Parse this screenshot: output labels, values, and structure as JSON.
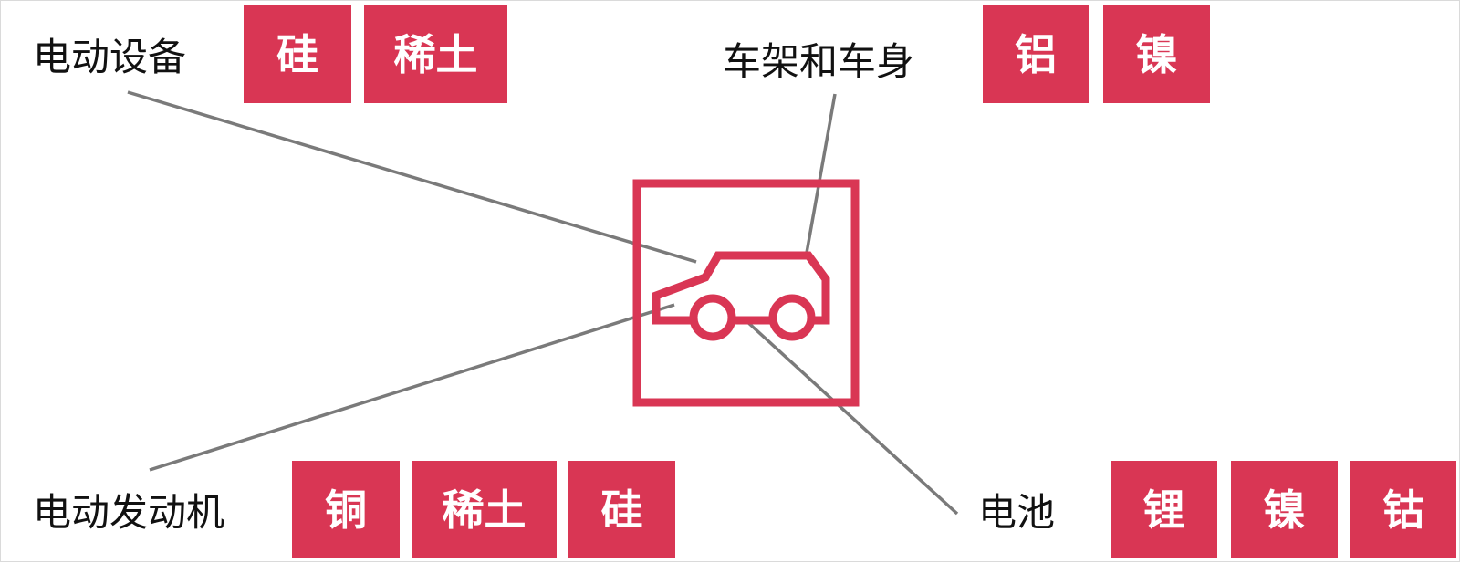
{
  "colors": {
    "accent": "#d93654",
    "leader_line": "#7a7a7a",
    "text": "#111111",
    "background": "#ffffff"
  },
  "icon": "car-icon",
  "components": [
    {
      "name": "电动设备",
      "materials": [
        "硅",
        "稀土"
      ]
    },
    {
      "name": "车架和车身",
      "materials": [
        "铝",
        "镍"
      ]
    },
    {
      "name": "电动发动机",
      "materials": [
        "铜",
        "稀土",
        "硅"
      ]
    },
    {
      "name": "电池",
      "materials": [
        "锂",
        "镍",
        "钴"
      ]
    }
  ]
}
